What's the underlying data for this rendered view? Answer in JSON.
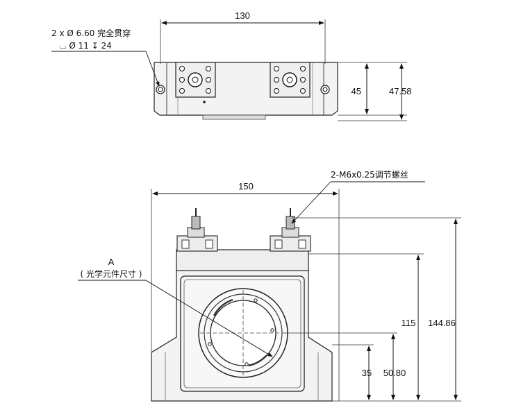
{
  "top_view": {
    "dim_width": "130",
    "dim_height_inner": "45",
    "dim_height_outer": "47.58",
    "hole_note_line1": "2 x Ø 6.60 完全贯穿",
    "hole_note_line2": "⌴ Ø 11 ↧ 24"
  },
  "front_view": {
    "dim_width": "150",
    "dim_total_height": "144.86",
    "dim_height_115": "115",
    "dim_height_50_80": "50.80",
    "dim_height_35": "35",
    "screw_note": "2-M6x0.25调节螺丝",
    "label_a": "A",
    "label_a_desc": "( 光学元件尺寸 )"
  },
  "colors": {
    "line": "#1a1a1a",
    "body": "#f4f4f4",
    "dark": "#3a3a3a"
  }
}
